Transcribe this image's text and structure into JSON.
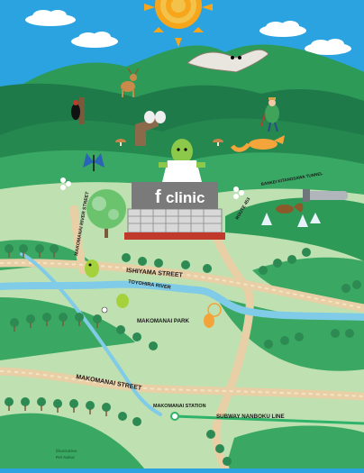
{
  "clinic": {
    "logo_mark": "f",
    "logo_word": "clinic"
  },
  "labels": {
    "makomanai_river": "MAKOMANAI RIVER STREET",
    "ishiyama_street": "ISHIYAMA STREET",
    "toyohira_river": "TOYOHIRA RIVER",
    "makomanai_park": "MAKOMANAI PARK",
    "makomanai_street": "MAKOMANAI STREET",
    "makomanai_station": "MAKOMANAI STATION",
    "subway_line": "SUBWAY NANBOKU LINE",
    "route_453": "ROUTE 453",
    "tunnel": "BANKEI KITANOSAWA TUNNEL"
  },
  "credit": {
    "line1": "illustration",
    "line2": "Rei Nakai"
  },
  "colors": {
    "sky": "#2aa3e0",
    "mountain_dark": "#1f7a4a",
    "mountain_mid": "#2e9a58",
    "grass_light": "#bfe0b0",
    "road": "#e8cfa6",
    "river": "#7fcbe8",
    "subway": "#2fb36a",
    "sun": "#f7a61c"
  },
  "icons": [
    "sun-icon",
    "cloud-icon",
    "owl-icon",
    "deer-icon",
    "woodpecker-icon",
    "fox-icon",
    "butterfly-icon",
    "squirrel-icon",
    "hiker-icon",
    "clinic-mascot-icon",
    "tree-icon",
    "station-icon"
  ]
}
